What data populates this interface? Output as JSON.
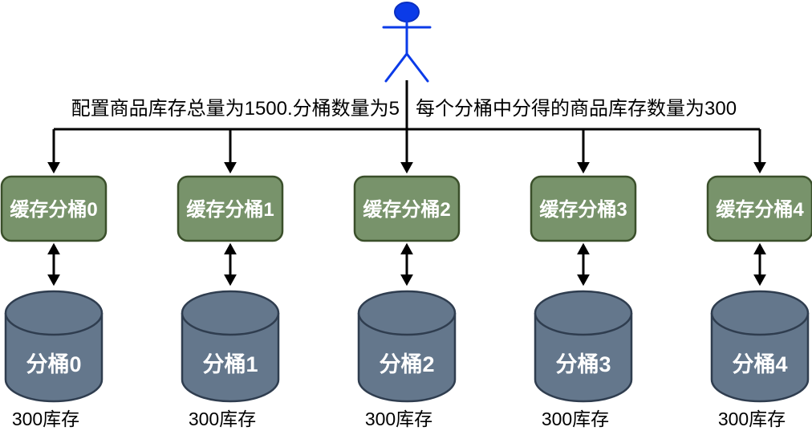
{
  "diagram": {
    "annotations": {
      "left": "配置商品库存总量为1500.分桶数量为5",
      "right": "每个分桶中分得的商品库存数量为300"
    },
    "buckets": [
      {
        "cache_label": "缓存分桶0",
        "db_label": "分桶0",
        "stock_label": "300库存"
      },
      {
        "cache_label": "缓存分桶1",
        "db_label": "分桶1",
        "stock_label": "300库存"
      },
      {
        "cache_label": "缓存分桶2",
        "db_label": "分桶2",
        "stock_label": "300库存"
      },
      {
        "cache_label": "缓存分桶3",
        "db_label": "分桶3",
        "stock_label": "300库存"
      },
      {
        "cache_label": "缓存分桶4",
        "db_label": "分桶4",
        "stock_label": "300库存"
      }
    ],
    "icons": {
      "actor": "actor-icon",
      "down_arrow": "arrow-down-icon",
      "double_arrow": "arrow-up-down-icon"
    },
    "colors": {
      "actor_fill": "#0b3be8",
      "actor_border": "#0a2fc0",
      "cache_box_fill": "#78936b",
      "cache_box_border": "#3a4f2a",
      "cylinder_fill": "#64778c",
      "cylinder_border": "#2f3d4f",
      "connector": "#000000",
      "cache_text": "#ffffff",
      "cylinder_text": "#ffffff",
      "annotation_text": "#000000"
    }
  }
}
